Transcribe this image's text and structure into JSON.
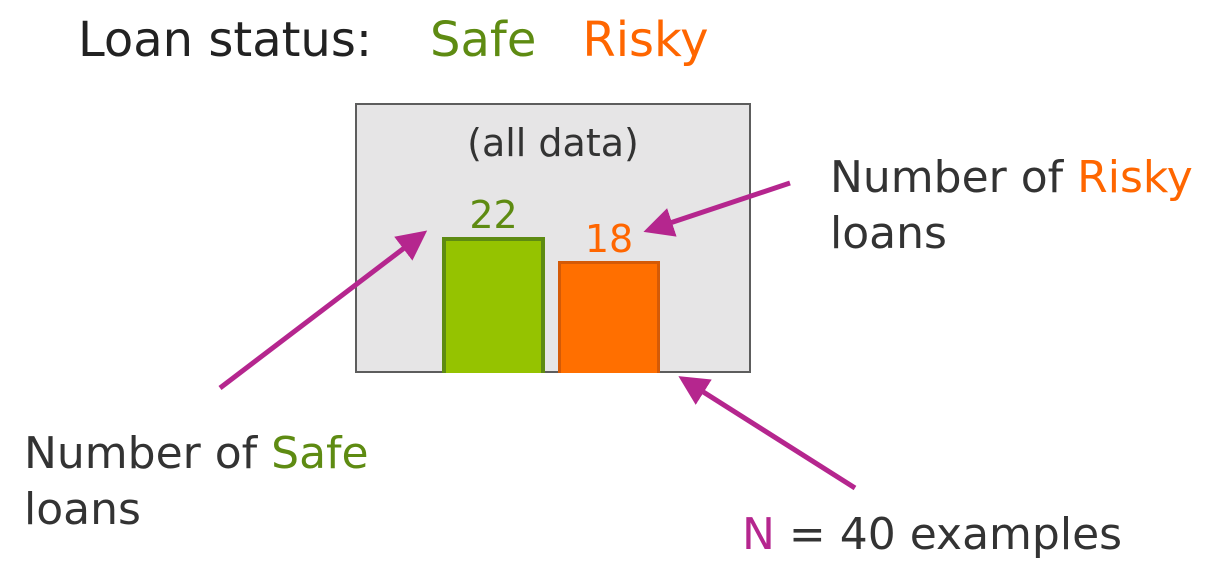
{
  "header": {
    "label": "Loan status:",
    "legend": [
      {
        "label": "Safe",
        "color": "#5e8b12"
      },
      {
        "label": "Risky",
        "color": "#ff6600"
      }
    ]
  },
  "node": {
    "caption": "(all data)",
    "bars": [
      {
        "label": "Safe",
        "value": 22,
        "value_text": "22",
        "fill": "#95c300",
        "text_color": "#5e8b12"
      },
      {
        "label": "Risky",
        "value": 18,
        "value_text": "18",
        "fill": "#ff6f00",
        "text_color": "#ff6600"
      }
    ]
  },
  "annotations": {
    "risky": {
      "prefix": "Number of",
      "highlight": "Risky",
      "line2": "loans"
    },
    "safe": {
      "prefix": "Number of",
      "highlight": "Safe",
      "line2": "loans"
    },
    "total": {
      "symbol": "N",
      "symbol_color": "#b5268e",
      "text": "= 40 examples"
    }
  },
  "arrow_color": "#b5268e"
}
